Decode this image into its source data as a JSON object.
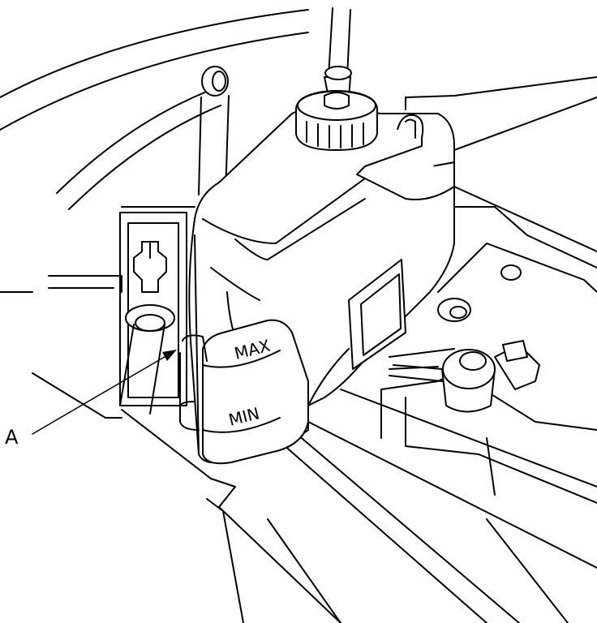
{
  "callouts": {
    "a": "A"
  },
  "reservoir_marks": {
    "max": "MAX",
    "min": "MIN"
  },
  "colors": {
    "line": "#000000",
    "background": "#ffffff"
  }
}
